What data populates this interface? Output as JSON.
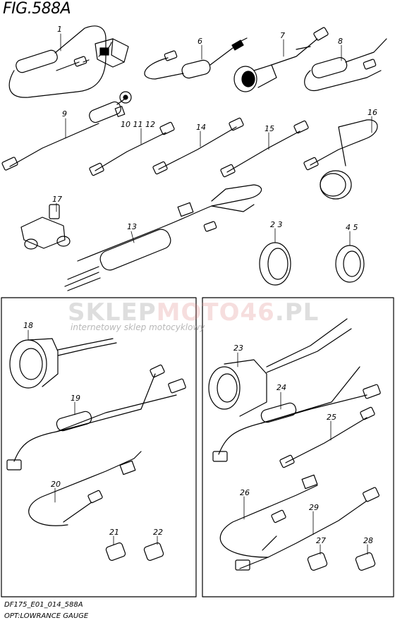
{
  "figure": {
    "title": "FIG.588A",
    "footer_code": "DF175_E01_014_588A",
    "footer_description": "OPT:LOWRANCE GAUGE"
  },
  "watermark": {
    "brand_part1": "SKLEP",
    "brand_part2": "MOTO",
    "brand_part3": "46",
    "brand_part4": ".PL",
    "tagline": "internetowy sklep motocyklowy"
  },
  "callouts": [
    {
      "id": "p1",
      "label": "1"
    },
    {
      "id": "p6",
      "label": "6"
    },
    {
      "id": "p7",
      "label": "7"
    },
    {
      "id": "p8",
      "label": "8"
    },
    {
      "id": "p9",
      "label": "9"
    },
    {
      "id": "p10-12",
      "label": "10 11 12"
    },
    {
      "id": "p14",
      "label": "14"
    },
    {
      "id": "p15",
      "label": "15"
    },
    {
      "id": "p16",
      "label": "16"
    },
    {
      "id": "p17",
      "label": "17"
    },
    {
      "id": "p13",
      "label": "13"
    },
    {
      "id": "p2-3",
      "label": "2 3"
    },
    {
      "id": "p4-5",
      "label": "4 5"
    },
    {
      "id": "p18",
      "label": "18"
    },
    {
      "id": "p19",
      "label": "19"
    },
    {
      "id": "p20",
      "label": "20"
    },
    {
      "id": "p21",
      "label": "21"
    },
    {
      "id": "p22",
      "label": "22"
    },
    {
      "id": "p23",
      "label": "23"
    },
    {
      "id": "p24",
      "label": "24"
    },
    {
      "id": "p25",
      "label": "25"
    },
    {
      "id": "p26",
      "label": "26"
    },
    {
      "id": "p29",
      "label": "29"
    },
    {
      "id": "p27",
      "label": "27"
    },
    {
      "id": "p28",
      "label": "28"
    }
  ]
}
